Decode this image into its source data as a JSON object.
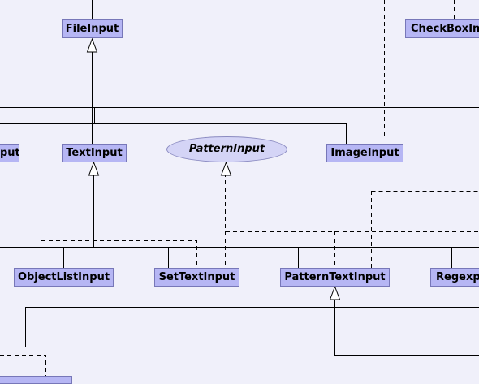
{
  "diagram": {
    "classes": {
      "file_input": "FileInput",
      "checkbox_input": "CheckBoxIn",
      "left_partial": "put",
      "text_input": "TextInput",
      "pattern_input": "PatternInput",
      "image_input": "ImageInput",
      "object_list_input": "ObjectListInput",
      "set_text_input": "SetTextInput",
      "pattern_text_input": "PatternTextInput",
      "regexp_partial": "Regexp"
    }
  },
  "colors": {
    "background": "#f0f0fa",
    "class_fill": "#b6b6f4",
    "class_border": "#7777b8",
    "interface_fill": "#d4d4f6",
    "line": "#000000"
  }
}
